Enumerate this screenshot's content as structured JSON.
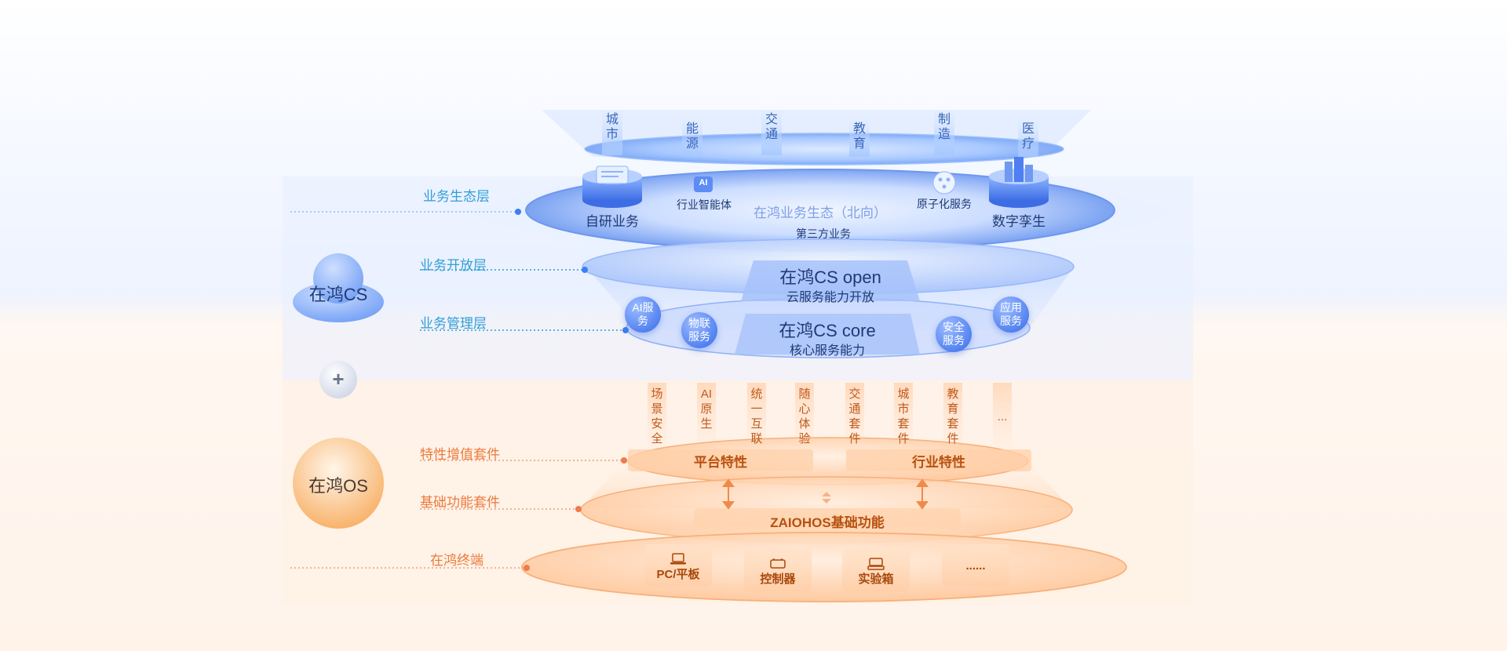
{
  "left": {
    "cs_label": "在鸿CS",
    "os_label": "在鸿OS",
    "plus": "+"
  },
  "layers": {
    "eco": "业务生态层",
    "open": "业务开放层",
    "mgmt": "业务管理层",
    "feature": "特性增值套件",
    "base": "基础功能套件",
    "terminal": "在鸿终端"
  },
  "industries": [
    "城市",
    "能源",
    "交通",
    "教育",
    "制造",
    "医疗"
  ],
  "eco": {
    "self_dev": "自研业务",
    "agent": "行业智能体",
    "agent_icon": "AI",
    "center": "在鸿业务生态（北向）",
    "third_party": "第三方业务",
    "atomic": "原子化服务",
    "twin": "数字孪生"
  },
  "open": {
    "title": "在鸿CS open",
    "subtitle": "云服务能力开放"
  },
  "core": {
    "title": "在鸿CS core",
    "subtitle": "核心服务能力"
  },
  "services": [
    "AI服务",
    "物联服务",
    "安全服务",
    "应用服务"
  ],
  "suites": [
    "场景安全",
    "AI原生",
    "统一互联",
    "随心体验",
    "交通套件",
    "城市套件",
    "教育套件",
    "..."
  ],
  "features": {
    "platform": "平台特性",
    "industry": "行业特性"
  },
  "base": {
    "title": "ZAIOHOS基础功能"
  },
  "terminals": [
    "PC/平板",
    "控制器",
    "实验箱",
    "......"
  ],
  "colors": {
    "blue_accent": "#2f9ed8",
    "orange_accent": "#ec7a3c",
    "cs_blue": "#4f7ff0",
    "os_orange": "#f5a55a"
  }
}
